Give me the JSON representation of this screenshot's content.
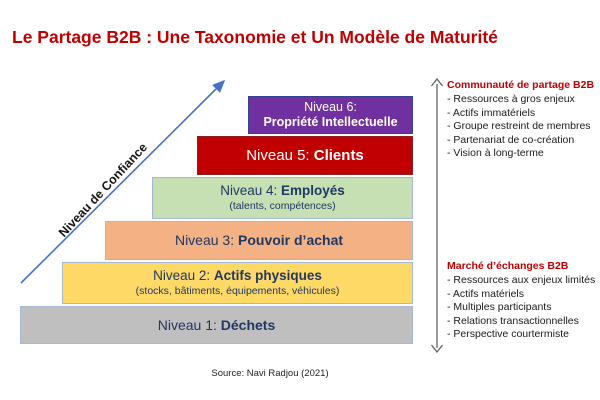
{
  "title": "Le Partage B2B : Une Taxonomie et Un Modèle de Maturité",
  "trust_axis_label": "Niveau de Confiance",
  "levels": [
    {
      "prefix": "Niveau 6:",
      "name": "Propriété Intellectuelle",
      "subtitle": "",
      "fill": "#7030A0",
      "border": "#33418f",
      "text": "#FFFFFF"
    },
    {
      "prefix": "Niveau 5:",
      "name": "Clients",
      "subtitle": "",
      "fill": "#C00000",
      "border": "#8f1d24",
      "text": "#FFFFFF"
    },
    {
      "prefix": "Niveau 4:",
      "name": "Employés",
      "subtitle": "(talents, compétences)",
      "fill": "#C6E0B4",
      "border": "#a3b8da",
      "text": "#1F3864"
    },
    {
      "prefix": "Niveau 3:",
      "name": "Pouvoir d’achat",
      "subtitle": "",
      "fill": "#F4B183",
      "border": "#a3b8da",
      "text": "#1F3864"
    },
    {
      "prefix": "Niveau 2:",
      "name": "Actifs physiques",
      "subtitle": "(stocks, bâtiments, équipements, véhicules)",
      "fill": "#FFD966",
      "border": "#a3b8da",
      "text": "#1F3864"
    },
    {
      "prefix": "Niveau 1:",
      "name": "Déchets",
      "subtitle": "",
      "fill": "#BFBFBF",
      "border": "#a3b8da",
      "text": "#1F3864"
    }
  ],
  "right_top": {
    "heading": "Communauté de partage B2B",
    "items": [
      "- Ressources à gros enjeux",
      "- Actifs immatériels",
      "- Groupe restreint de membres",
      "- Partenariat de co-création",
      "- Vision à long-terme"
    ]
  },
  "right_bottom": {
    "heading": "Marché d’échanges B2B",
    "items": [
      "- Ressources aux enjeux limités",
      "- Actifs matériels",
      "- Multiples participants",
      "- Relations transactionnelles",
      "- Perspective courtermiste"
    ]
  },
  "source": "Source: Navi Radjou (2021)",
  "colors": {
    "title_red": "#C00000",
    "heading_red": "#C00000",
    "trust_arrow_blue": "#4472C4",
    "range_arrow_gray": "#595959",
    "navy_text": "#1F3864",
    "background": "#FFFFFF"
  }
}
